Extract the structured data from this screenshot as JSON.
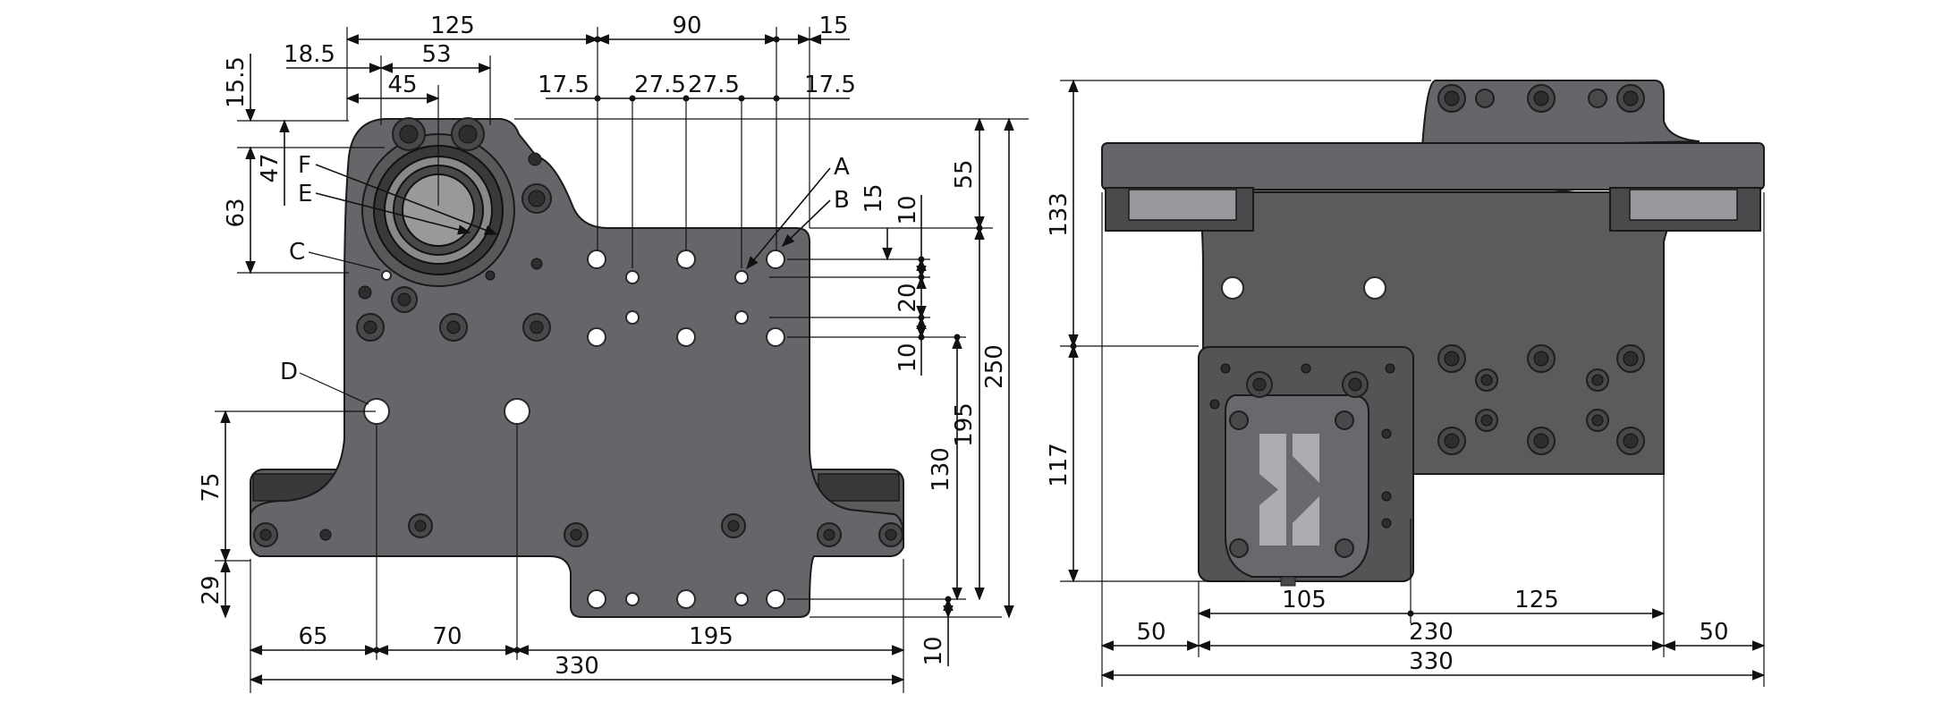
{
  "left_view": {
    "top_dims": [
      "125",
      "90",
      "15"
    ],
    "upper_dims": [
      "18.5",
      "53",
      "45"
    ],
    "hole_spacing": [
      "17.5",
      "27.5",
      "27.5",
      "17.5"
    ],
    "left_vertical": [
      "15.5",
      "47",
      "63"
    ],
    "right_vertical": [
      "15",
      "10",
      "55",
      "20",
      "10",
      "195",
      "130",
      "250"
    ],
    "bottom_left_vertical": [
      "75",
      "29"
    ],
    "bottom_horizontal": [
      "65",
      "70",
      "195",
      "330"
    ],
    "bottom_right_vertical": [
      "10"
    ],
    "callouts": [
      "A",
      "B",
      "C",
      "D",
      "E",
      "F"
    ]
  },
  "right_view": {
    "left_vertical": [
      "133",
      "117"
    ],
    "bottom_dims": [
      "105",
      "125",
      "50",
      "230",
      "50",
      "330"
    ],
    "logo": "K"
  },
  "colors": {
    "body": "#5c5a5c",
    "line": "#111111",
    "hole": "#ffffff"
  }
}
